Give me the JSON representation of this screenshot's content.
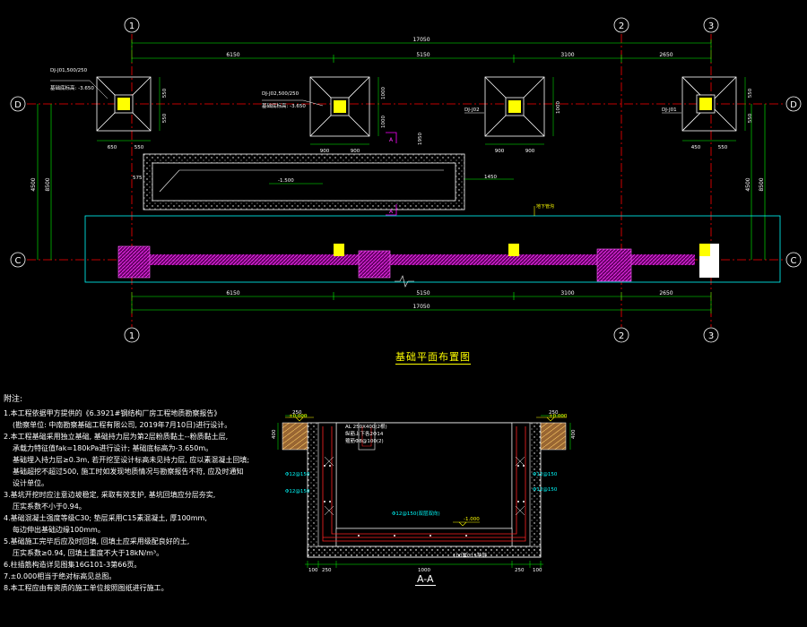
{
  "plan_title": "基础平面布置图",
  "section_title": "A-A",
  "axes": {
    "top_bubbles": [
      "1",
      "2",
      "3"
    ],
    "bottom_bubbles": [
      "1",
      "2",
      "3"
    ],
    "left_rows": [
      "D",
      "C"
    ],
    "right_rows": [
      "D",
      "C"
    ]
  },
  "dimensions": {
    "overall": "17050",
    "top_spans": [
      "6150",
      "5150",
      "3100",
      "2650"
    ],
    "bottom_spans": [
      "6150",
      "5150",
      "3100",
      "2650"
    ],
    "left_vertical": [
      "4500",
      "8500"
    ],
    "right_vertical": [
      "4500",
      "8500"
    ],
    "footing_1": [
      "650",
      "550",
      "550",
      "550"
    ],
    "footing_2": [
      "900",
      "900",
      "1000",
      "1000"
    ],
    "footing_3": [
      "900",
      "900",
      "1000"
    ],
    "footing_4": [
      "450",
      "550",
      "550",
      "550"
    ],
    "tank_misc": [
      "575",
      "1450",
      "1950",
      "-1.500"
    ]
  },
  "footing_labels": {
    "dj1": "DJ-J01,500/250",
    "dj1_sub": "基础底标高: -3.650",
    "dj2": "DJ-J02,500/250",
    "dj2_sub": "基础底标高: -3.650",
    "dj3": "DJ-J02",
    "dj4": "DJ-J01"
  },
  "section_marks": [
    "A",
    "A"
  ],
  "annotation_tag": "地下管沟",
  "section": {
    "elev_left": "±0.000",
    "elev_right": "±0.000",
    "bottom_elev": "-1.000",
    "rebar_note_1": "AL 250X400(2根)",
    "rebar_note_2": "纵筋上下各2Φ14",
    "rebar_note_3": "箍筋Φ8@100(2)",
    "rebar_left_1": "Φ12@150",
    "rebar_left_2": "Φ12@150",
    "rebar_right_1": "Φ12@150",
    "rebar_right_2": "Φ12@150",
    "rebar_bottom": "Φ12@150(双层双向)",
    "dims_top": [
      "250",
      "250"
    ],
    "dims_side": [
      "400",
      "400"
    ],
    "dims_bottom": [
      "100",
      "250",
      "1000",
      "250",
      "100"
    ],
    "dims_bottom_sub": "100厚C15垫层"
  },
  "notes": {
    "heading": "附注:",
    "items": [
      "1.本工程依据甲方提供的《6.3921#钢结构厂房工程地质勘察报告》",
      "(勘察单位: 中南勘察基础工程有限公司, 2019年7月10日)进行设计。",
      "2.本工程基础采用独立基础, 基础持力层为第2层粉质黏土--粉质黏土层,",
      "承载力特征值fak=180kPa进行设计; 基础底标高为-3.650m。",
      "基础埋入持力层≥0.3m, 若开挖至设计标高未见持力层, 应以素混凝土回填;",
      "基础超挖不超过500, 施工时如发现地质情况与勘察报告不符, 应及时通知",
      "设计单位。",
      "3.基坑开挖时应注意边坡稳定, 采取有效支护, 基坑回填应分层夯实,",
      "压实系数不小于0.94。",
      "4.基础混凝土强度等级C30; 垫层采用C15素混凝土, 厚100mm,",
      "每边伸出基础边缘100mm。",
      "5.基础施工完毕后应及时回填, 回填土应采用级配良好的土,",
      "压实系数≥0.94, 回填土重度不大于18kN/m³。",
      "6.柱插筋构造详见图集16G101-3第66页。",
      "7.±0.000相当于绝对标高见总图。",
      "8.本工程应由有资质的施工单位按照图纸进行施工。"
    ]
  },
  "colors": {
    "background": "#000000",
    "axis": "#ff0000",
    "dim": "#00ff00",
    "outline": "#ffffff",
    "footing_core": "#ffff00",
    "hatch": "#cc00cc",
    "cyan": "#00ffff",
    "text_yellow": "#ffff00"
  }
}
